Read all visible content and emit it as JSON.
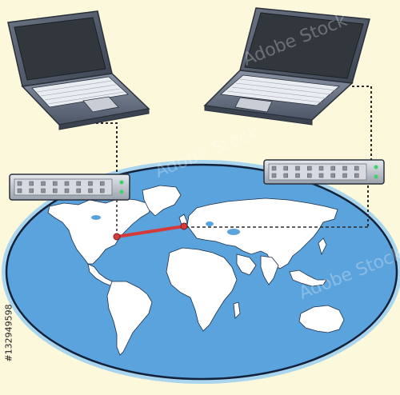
{
  "scene": {
    "background_color": "#fcf8dc",
    "ocean_color": "#5ba3dc",
    "ocean_outline_color": "#14213a",
    "ocean_glow_color": "#a9d6ee",
    "land_color": "#ffffff",
    "link_color": "#d43a3a",
    "dashed_line_color": "#2b2b2b",
    "led_color": "#3fd16a"
  },
  "devices": {
    "laptop_left": {
      "icon": "laptop-icon"
    },
    "laptop_right": {
      "icon": "laptop-icon"
    },
    "switch_left": {
      "icon": "network-switch-icon",
      "ports": 16
    },
    "switch_right": {
      "icon": "network-switch-icon",
      "ports": 16
    }
  },
  "connections": {
    "transatlantic_link": {
      "from": "North America (east coast)",
      "to": "Western Europe"
    }
  },
  "watermark": {
    "text": "Adobe Stock",
    "stock_id": "#132949598"
  }
}
